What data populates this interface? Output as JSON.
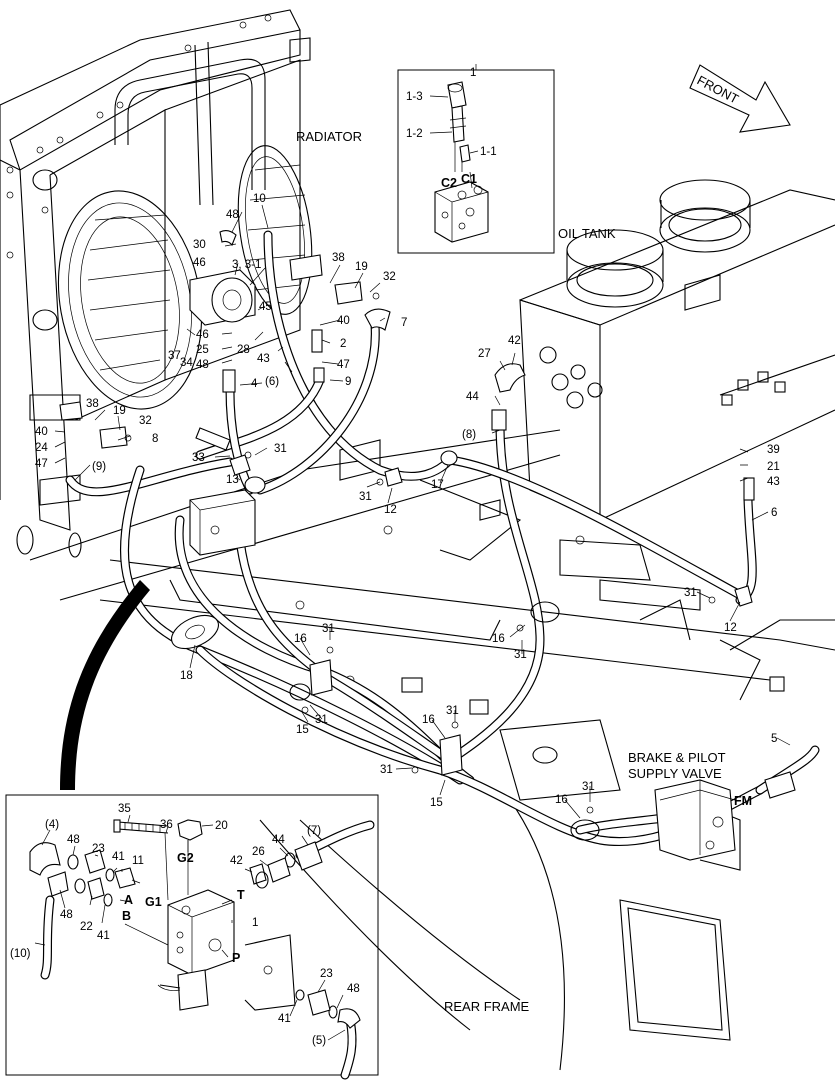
{
  "captions": {
    "radiator": "RADIATOR",
    "oil_tank": "OIL TANK",
    "front": "FRONT",
    "brake_valve_line1": "BRAKE & PILOT",
    "brake_valve_line2": "SUPPLY VALVE",
    "rear_frame": "REAR FRAME",
    "fm": "FM"
  },
  "inset_top_labels": {
    "title": "1",
    "l13": "1-3",
    "l12": "1-2",
    "l11": "1-1",
    "c2": "C2",
    "c1": "C1"
  },
  "inset_bottom_labels": {
    "n35": "35",
    "n36": "36",
    "n20": "20",
    "g2": "G2",
    "p7": "(7)",
    "n44": "44",
    "n26": "26",
    "n42": "42",
    "p4": "(4)",
    "n48a": "48",
    "n23a": "23",
    "n41a": "41",
    "n11": "11",
    "a": "A",
    "g1": "G1",
    "t": "T",
    "n1": "1",
    "n48b": "48",
    "n22": "22",
    "n41b": "41",
    "b": "B",
    "p10": "(10)",
    "p": "P",
    "n23b": "23",
    "n48c": "48",
    "n41c": "41",
    "p5": "(5)"
  },
  "callouts": [
    {
      "id": "c10",
      "text": "10"
    },
    {
      "id": "c48a",
      "text": "48"
    },
    {
      "id": "c30",
      "text": "30"
    },
    {
      "id": "c46a",
      "text": "46"
    },
    {
      "id": "c3",
      "text": "3, 3-1"
    },
    {
      "id": "c45",
      "text": "45"
    },
    {
      "id": "c37",
      "text": "37"
    },
    {
      "id": "c34",
      "text": "34"
    },
    {
      "id": "c46b",
      "text": "46"
    },
    {
      "id": "c25",
      "text": "25"
    },
    {
      "id": "c48b",
      "text": "48"
    },
    {
      "id": "c28",
      "text": "28"
    },
    {
      "id": "c43a",
      "text": "43"
    },
    {
      "id": "c38a",
      "text": "38"
    },
    {
      "id": "c19a",
      "text": "19"
    },
    {
      "id": "c32a",
      "text": "32"
    },
    {
      "id": "c40a",
      "text": "40"
    },
    {
      "id": "c7",
      "text": "7"
    },
    {
      "id": "c2",
      "text": "2"
    },
    {
      "id": "c47a",
      "text": "47"
    },
    {
      "id": "c9",
      "text": "9"
    },
    {
      "id": "c4",
      "text": "4"
    },
    {
      "id": "c6p",
      "text": "(6)"
    },
    {
      "id": "c27",
      "text": "27"
    },
    {
      "id": "c42",
      "text": "42"
    },
    {
      "id": "c44",
      "text": "44"
    },
    {
      "id": "c8p",
      "text": "(8)"
    },
    {
      "id": "c38b",
      "text": "38"
    },
    {
      "id": "c19b",
      "text": "19"
    },
    {
      "id": "c32b",
      "text": "32"
    },
    {
      "id": "c40b",
      "text": "40"
    },
    {
      "id": "c8",
      "text": "8"
    },
    {
      "id": "c24",
      "text": "24"
    },
    {
      "id": "c47b",
      "text": "47"
    },
    {
      "id": "c9p",
      "text": "(9)"
    },
    {
      "id": "c33",
      "text": "33"
    },
    {
      "id": "c31a",
      "text": "31"
    },
    {
      "id": "c13",
      "text": "13"
    },
    {
      "id": "c31b",
      "text": "31"
    },
    {
      "id": "c12a",
      "text": "12"
    },
    {
      "id": "c17",
      "text": "17"
    },
    {
      "id": "c39",
      "text": "39"
    },
    {
      "id": "c21",
      "text": "21"
    },
    {
      "id": "c43b",
      "text": "43"
    },
    {
      "id": "c6",
      "text": "6"
    },
    {
      "id": "c31c",
      "text": "31"
    },
    {
      "id": "c12b",
      "text": "12"
    },
    {
      "id": "c16a",
      "text": "16"
    },
    {
      "id": "c31d",
      "text": "31"
    },
    {
      "id": "c18",
      "text": "18"
    },
    {
      "id": "c16b",
      "text": "16"
    },
    {
      "id": "c31e",
      "text": "31"
    },
    {
      "id": "c15a",
      "text": "15"
    },
    {
      "id": "c31f",
      "text": "31"
    },
    {
      "id": "c16c",
      "text": "16"
    },
    {
      "id": "c31g",
      "text": "31"
    },
    {
      "id": "c31h",
      "text": "31"
    },
    {
      "id": "c15b",
      "text": "15"
    },
    {
      "id": "c5",
      "text": "5"
    },
    {
      "id": "c16d",
      "text": "16"
    },
    {
      "id": "c31i",
      "text": "31"
    }
  ]
}
